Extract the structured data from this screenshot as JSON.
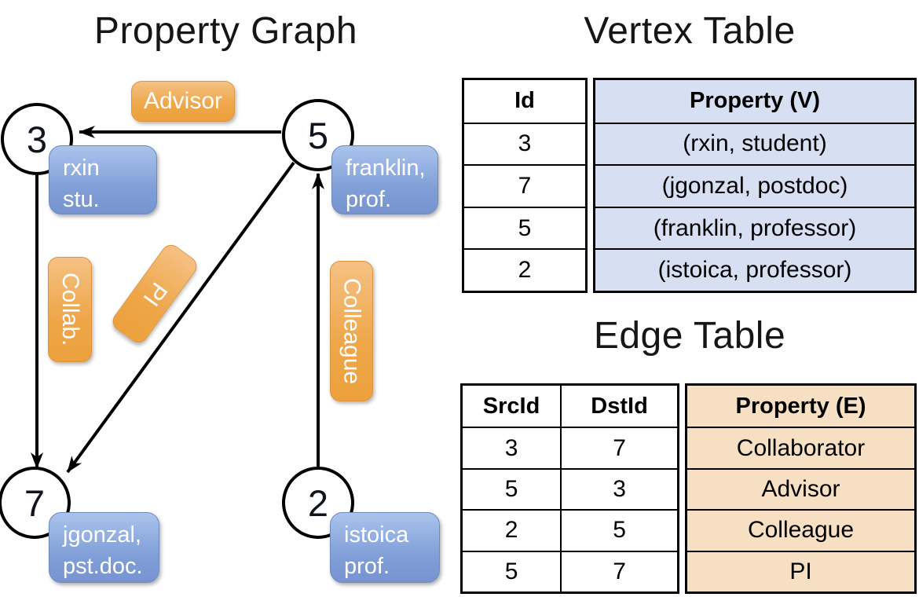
{
  "graph_panel": {
    "title": "Property Graph",
    "nodes": [
      {
        "id": "3",
        "label_line1": "rxin",
        "label_line2": "stu."
      },
      {
        "id": "5",
        "label_line1": "franklin,",
        "label_line2": "prof."
      },
      {
        "id": "7",
        "label_line1": "jgonzal,",
        "label_line2": "pst.doc."
      },
      {
        "id": "2",
        "label_line1": "istoica",
        "label_line2": "prof."
      }
    ],
    "edges": [
      {
        "label": "Advisor",
        "src": "5",
        "dst": "3"
      },
      {
        "label": "Collab.",
        "src": "3",
        "dst": "7"
      },
      {
        "label": "PI",
        "src": "5",
        "dst": "7"
      },
      {
        "label": "Colleague",
        "src": "2",
        "dst": "5"
      }
    ]
  },
  "vertex_table": {
    "title": "Vertex Table",
    "headers": {
      "id": "Id",
      "property": "Property (V)"
    },
    "rows": [
      {
        "id": "3",
        "property": "(rxin, student)"
      },
      {
        "id": "7",
        "property": "(jgonzal, postdoc)"
      },
      {
        "id": "5",
        "property": "(franklin, professor)"
      },
      {
        "id": "2",
        "property": "(istoica, professor)"
      }
    ]
  },
  "edge_table": {
    "title": "Edge Table",
    "headers": {
      "src": "SrcId",
      "dst": "DstId",
      "property": "Property (E)"
    },
    "rows": [
      {
        "src": "3",
        "dst": "7",
        "property": "Collaborator"
      },
      {
        "src": "5",
        "dst": "3",
        "property": "Advisor"
      },
      {
        "src": "2",
        "dst": "5",
        "property": "Colleague"
      },
      {
        "src": "5",
        "dst": "7",
        "property": "PI"
      }
    ]
  },
  "colors": {
    "edge_label_orange": "#EEA648",
    "vertex_label_blue": "#7F9DD7",
    "vertex_cell_fill": "#D7E0F2",
    "edge_cell_fill": "#F7DFC4",
    "line_color": "#000000"
  }
}
